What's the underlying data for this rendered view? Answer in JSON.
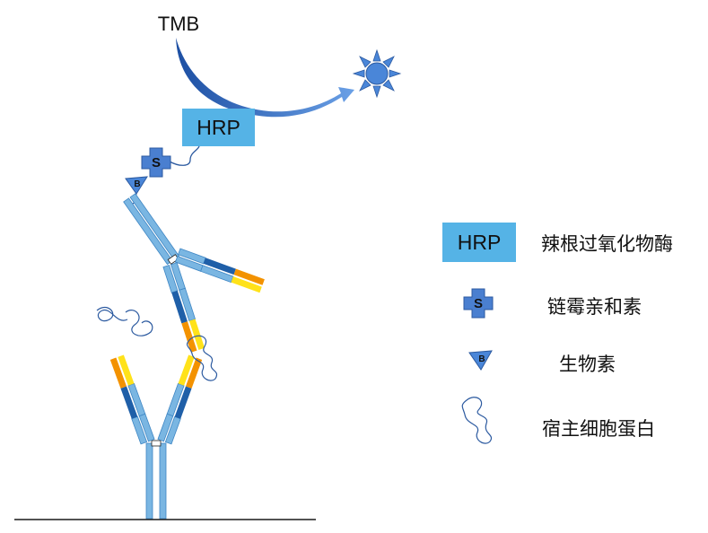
{
  "diagram": {
    "substrate_label": "TMB",
    "enzyme_label": "HRP",
    "streptavidin_letter": "S",
    "biotin_letter": "B"
  },
  "legend": [
    {
      "symbol": "HRP",
      "label": "辣根过氧化物酶"
    },
    {
      "symbol": "S",
      "label": "链霉亲和素"
    },
    {
      "symbol": "B",
      "label": "生物素"
    },
    {
      "symbol": "",
      "label": "宿主细胞蛋白"
    }
  ],
  "colors": {
    "light_blue": "#7ab6e2",
    "dark_blue": "#1f5fa8",
    "orange": "#f39200",
    "yellow": "#ffe21a",
    "hrp_box": "#55b3e6",
    "streptavidin": "#4a7fd0",
    "arrow": "#3b6fc4",
    "line": "#1a1a1a"
  },
  "icons": [
    "sun-icon",
    "curved-arrow-icon",
    "host-cell-protein-icon"
  ]
}
